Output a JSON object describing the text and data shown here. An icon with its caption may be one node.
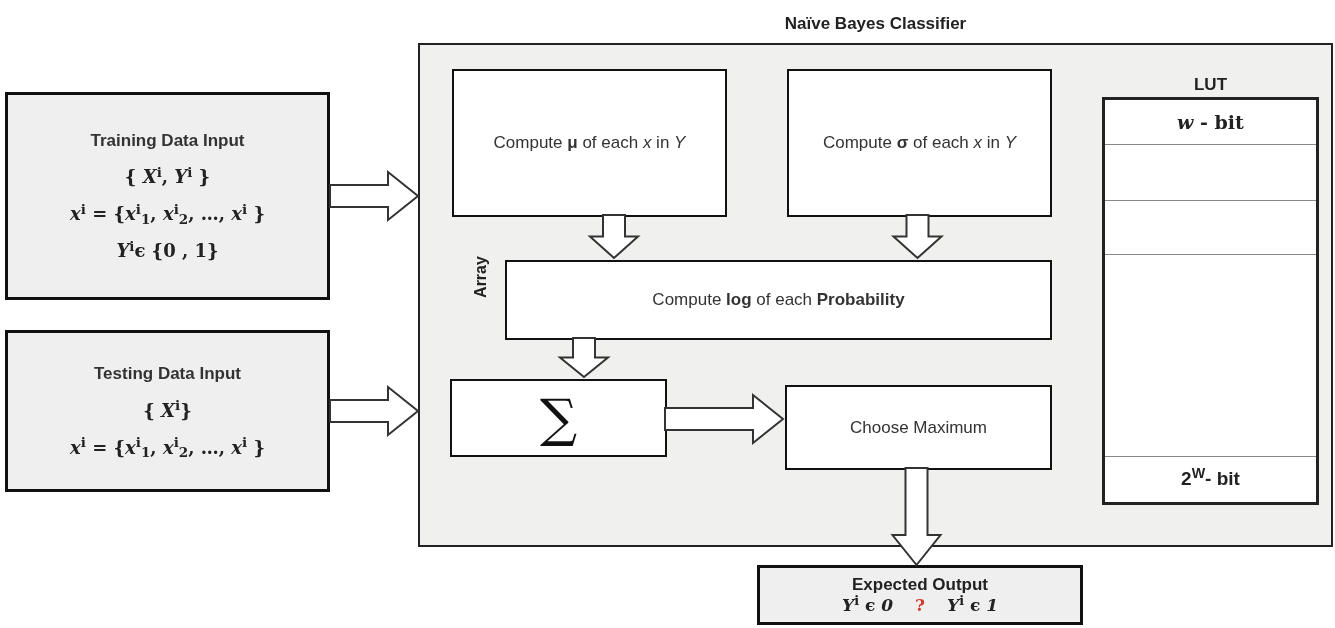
{
  "diagram": {
    "nodes": [
      {
        "text": [
          "Training Data Input",
          "{ *X*$^{i}$, *Y*$^{i}$ }",
          "*x*$^{i}$ = {*x*$^{i}$$_{1}$, *x*$^{i}$$_{2}$, …, *x*$^{i}$ }",
          "*Y*$^{i}$ϵ {0 ,  1}"
        ]
      },
      {
        "text": [
          "Testing Data Input",
          "{ *X*$^{i}$}",
          "*x*$^{i}$ = {*x*$^{i}$$_{1}$, *x*$^{i}$$_{2}$, …, *x*$^{i}$ }"
        ]
      },
      {
        "text": [
          "Naïve Bayes Classifier"
        ]
      },
      {
        "text": [
          "Compute **μ** of each *x* in *Y*"
        ],
        "in": 2
      },
      {
        "text": [
          "Compute **σ** of each *x* in *Y*"
        ],
        "in": 2
      },
      {
        "text": [
          "Compute **log** of each **Probability**"
        ],
        "in": 2
      },
      {
        "text": [
          "∑"
        ],
        "in": 2
      },
      {
        "text": [
          "Choose Maximum"
        ],
        "in": 2
      },
      {
        "text": [
          "LUT",
          "*w* - bit",
          "2$^{W}$- bit"
        ],
        "in": 2
      },
      {
        "text": [
          "Expected Output",
          "*Y*$^{i}$ ϵ *0*",
          "?",
          "*Y*$^{i}$ ϵ *1*"
        ]
      }
    ],
    "edges": [
      {
        "from": 0,
        "to": 2,
        "arrow": "to"
      },
      {
        "from": 1,
        "to": 2,
        "arrow": "to"
      },
      {
        "from": 3,
        "to": 5,
        "arrow": "to"
      },
      {
        "from": 4,
        "to": 5,
        "arrow": "to"
      },
      {
        "from": 5,
        "to": 6,
        "arrow": "to"
      },
      {
        "from": 6,
        "to": 7,
        "arrow": "to"
      },
      {
        "from": 7,
        "to": 9,
        "arrow": "to"
      }
    ],
    "labels": [
      "Array"
    ]
  }
}
